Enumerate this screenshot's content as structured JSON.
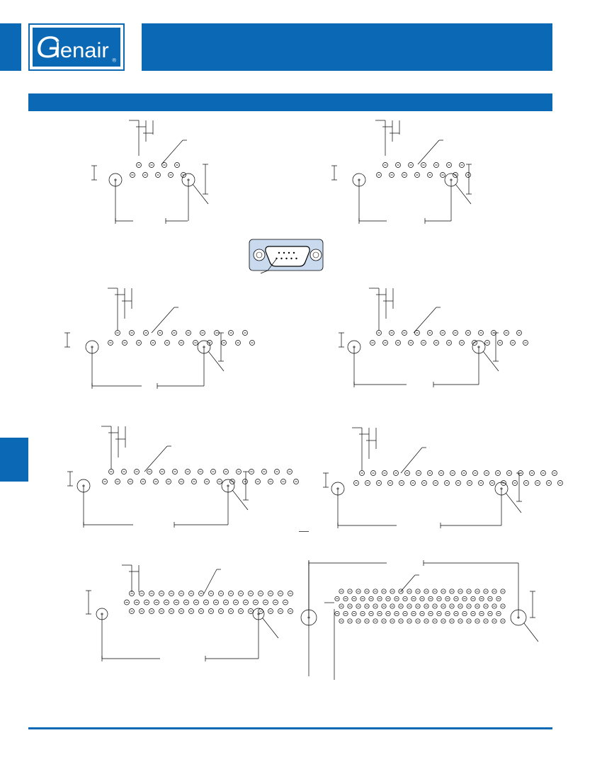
{
  "brand": {
    "name": "Glenair",
    "registered_mark": "®",
    "color": "#0a68b4"
  },
  "drawings": [
    {
      "id": "layout-9-pin",
      "rows": [
        4,
        5
      ]
    },
    {
      "id": "layout-15-pin",
      "rows": [
        7,
        8
      ]
    },
    {
      "id": "connector-face-view",
      "rows": [
        4,
        5
      ]
    },
    {
      "id": "layout-21-pin",
      "rows": [
        10,
        11
      ]
    },
    {
      "id": "layout-25-pin",
      "rows": [
        12,
        13
      ]
    },
    {
      "id": "layout-31-pin",
      "rows": [
        15,
        16
      ]
    },
    {
      "id": "layout-37-pin",
      "rows": [
        18,
        19
      ]
    },
    {
      "id": "layout-51-pin",
      "rows": [
        17,
        17,
        17
      ]
    },
    {
      "id": "layout-100-pin",
      "rows": [
        20,
        20,
        20,
        20,
        20
      ]
    }
  ]
}
